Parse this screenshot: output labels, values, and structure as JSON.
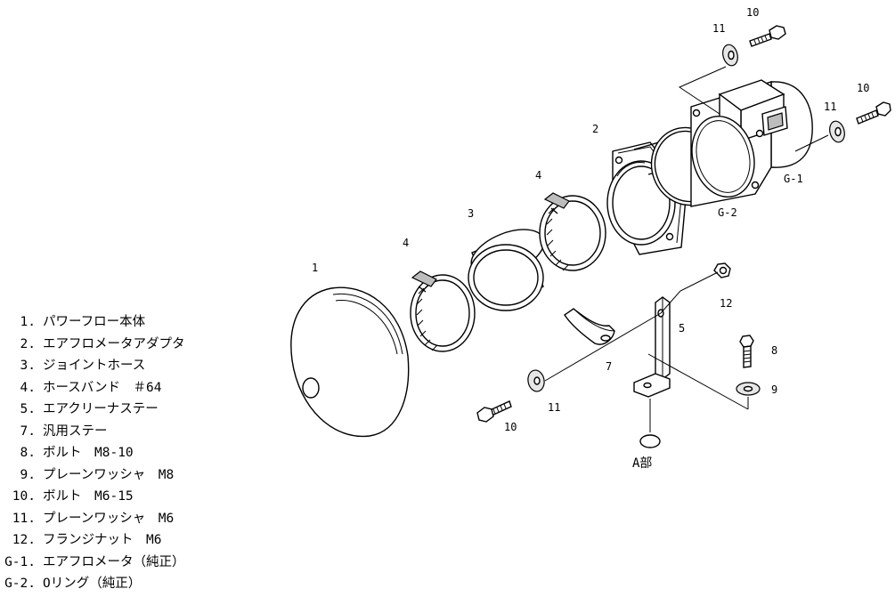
{
  "callouts": {
    "c1": "1",
    "c2": "2",
    "c3": "3",
    "c4a": "4",
    "c4b": "4",
    "c5": "5",
    "c7": "7",
    "c8": "8",
    "c9": "9",
    "c10_top": "10",
    "c10_right": "10",
    "c10_bottom": "10",
    "c11_top": "11",
    "c11_right": "11",
    "c11_bottom": "11",
    "c12": "12",
    "g1": "G-1",
    "g2": "G-2",
    "detail_a": "A部"
  },
  "legend": [
    {
      "num": "1.",
      "text": "パワーフロー本体"
    },
    {
      "num": "2.",
      "text": "エアフロメータアダプタ"
    },
    {
      "num": "3.",
      "text": "ジョイントホース"
    },
    {
      "num": "4.",
      "text": "ホースバンド　＃64"
    },
    {
      "num": "5.",
      "text": "エアクリーナステー"
    },
    {
      "num": "7.",
      "text": "汎用ステー"
    },
    {
      "num": "8.",
      "text": "ボルト　M8-10"
    },
    {
      "num": "9.",
      "text": "プレーンワッシャ　M8"
    },
    {
      "num": "10.",
      "text": "ボルト　M6-15"
    },
    {
      "num": "11.",
      "text": "プレーンワッシャ　M6"
    },
    {
      "num": "12.",
      "text": "フランジナット　M6"
    },
    {
      "num": "G-1.",
      "text": "エアフロメータ（純正）"
    },
    {
      "num": "G-2.",
      "text": "Oリング（純正）"
    }
  ]
}
